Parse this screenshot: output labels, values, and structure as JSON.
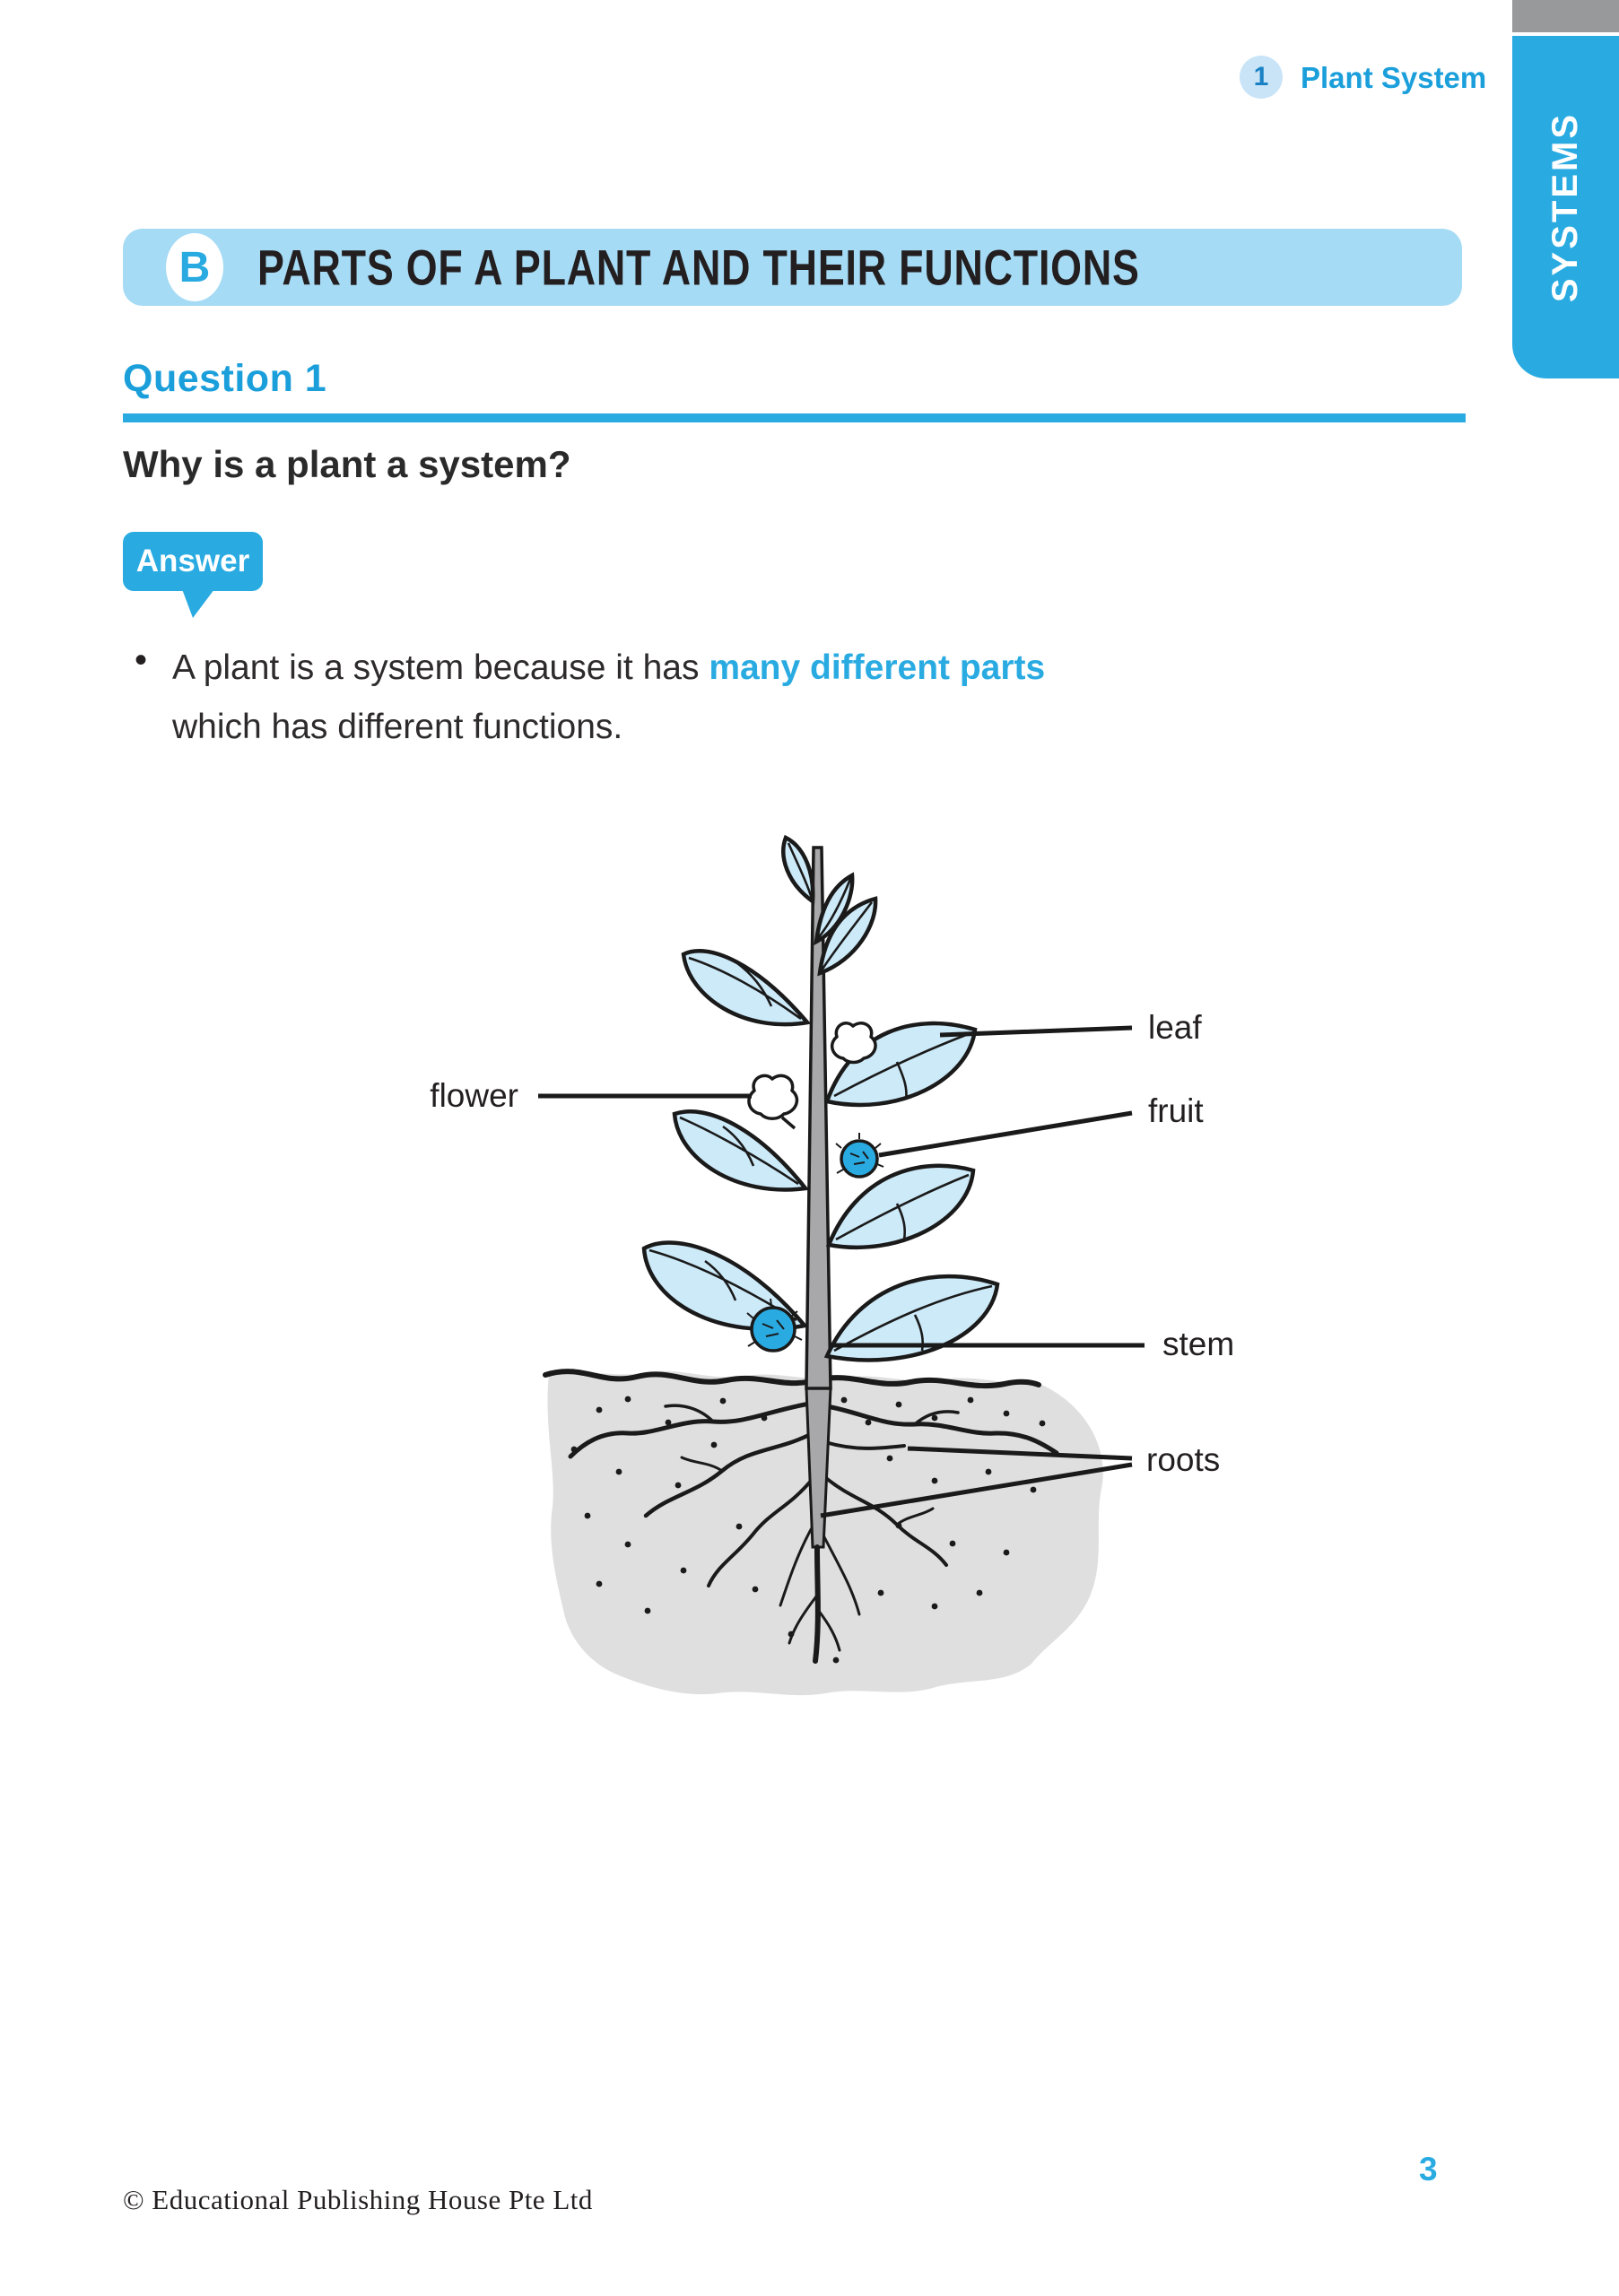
{
  "colors": {
    "accent": "#29abe2",
    "banner_bg": "#a6dbf5",
    "chapter_circle_bg": "#c9e4f7",
    "chapter_number_blue": "#1a82c4",
    "corner_block_gray": "#98999b",
    "leaf_fill": "#cdeaf9",
    "stem_gray": "#a8a8aa",
    "soil_gray": "#dfdfdf",
    "ink": "#231f20"
  },
  "chapter_header": {
    "number": "1",
    "title": "Plant System"
  },
  "side_tab": {
    "label": "SYSTEMS"
  },
  "section_banner": {
    "letter": "B",
    "title": "PARTS OF A PLANT AND THEIR FUNCTIONS"
  },
  "question": {
    "heading": "Question 1",
    "text": "Why is a plant a system?"
  },
  "answer": {
    "badge": "Answer",
    "bullet": "•",
    "line1_prefix": "A plant is a system because it has ",
    "highlight": "many different parts",
    "line2": "which has different functions."
  },
  "diagram": {
    "labels": {
      "flower": "flower",
      "leaf": "leaf",
      "fruit": "fruit",
      "stem": "stem",
      "roots": "roots"
    }
  },
  "footer": {
    "copyright": "© Educational Publishing House Pte Ltd",
    "page_number": "3"
  }
}
